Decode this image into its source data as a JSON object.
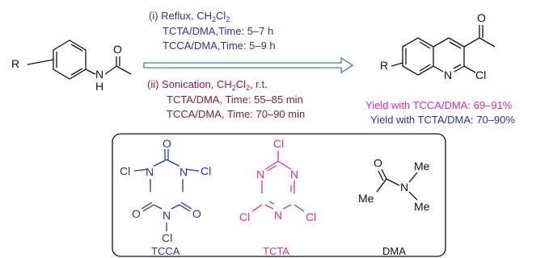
{
  "colors": {
    "navy": "#2d3591",
    "maroon": "#8b1a4a",
    "magenta": "#e0309a",
    "arrow": "#3f82a6",
    "black": "#111111"
  },
  "reactant": {
    "r_label": "R",
    "nh_label": "N",
    "h_label": "H",
    "o_label": "O"
  },
  "conditions": {
    "reflux": {
      "prefix": "(i) Reflux, CH",
      "sub1": "2",
      "mid": "Cl",
      "sub2": "2"
    },
    "reflux_tcta": "TCTA/DMA,Time: 5–7 h",
    "reflux_tcca": "TCCA/DMA,Time: 5–9 h",
    "sonication": {
      "prefix": "(ii) Sonication, CH",
      "sub1": "2",
      "mid": "Cl",
      "sub2": "2",
      "suffix": ", r.t."
    },
    "sonication_tcta": "TCTA/DMA, Time: 55–85 min",
    "sonication_tcca": "TCCA/DMA, Time: 70–90 min"
  },
  "product": {
    "r_label": "R",
    "n_label": "N",
    "cl_label": "Cl",
    "o_label": "O",
    "yield_tcca": "Yield with TCCA/DMA: 69–91%",
    "yield_tcta": "Yield with TCTA/DMA: 70–90%"
  },
  "reagents": {
    "tcca": {
      "name": "TCCA",
      "o_label": "O",
      "n_label": "N",
      "cl_label": "Cl"
    },
    "tcta": {
      "name": "TCTA",
      "n_label": "N",
      "cl_label": "Cl"
    },
    "dma": {
      "name": "DMA",
      "o_label": "O",
      "n_label": "N",
      "me_label": "Me"
    }
  }
}
